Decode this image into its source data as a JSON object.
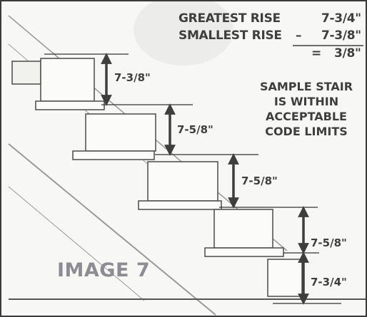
{
  "colors": {
    "ink": "#3e3e3e",
    "label": "#8c8c92",
    "background": "#f7f7f5"
  },
  "header": {
    "greatest_rise_label": "GREATEST RISE",
    "greatest_rise_value": "7-3/4\"",
    "smallest_rise_label": "SMALLEST RISE",
    "minus_sign": "–",
    "smallest_rise_value": "7-3/8\"",
    "equals_sign": "=",
    "difference_value": "3/8\""
  },
  "note": {
    "line1": "SAMPLE STAIR",
    "line2": "IS WITHIN",
    "line3": "ACCEPTABLE",
    "line4": "CODE LIMITS"
  },
  "riser_heights": [
    {
      "step": 1,
      "label": "7-3/8\""
    },
    {
      "step": 2,
      "label": "7-5/8\""
    },
    {
      "step": 3,
      "label": "7-5/8\""
    },
    {
      "step": 4,
      "label": "7-5/8\""
    },
    {
      "step": 5,
      "label": "7-3/4\""
    }
  ],
  "image_label": "IMAGE 7"
}
